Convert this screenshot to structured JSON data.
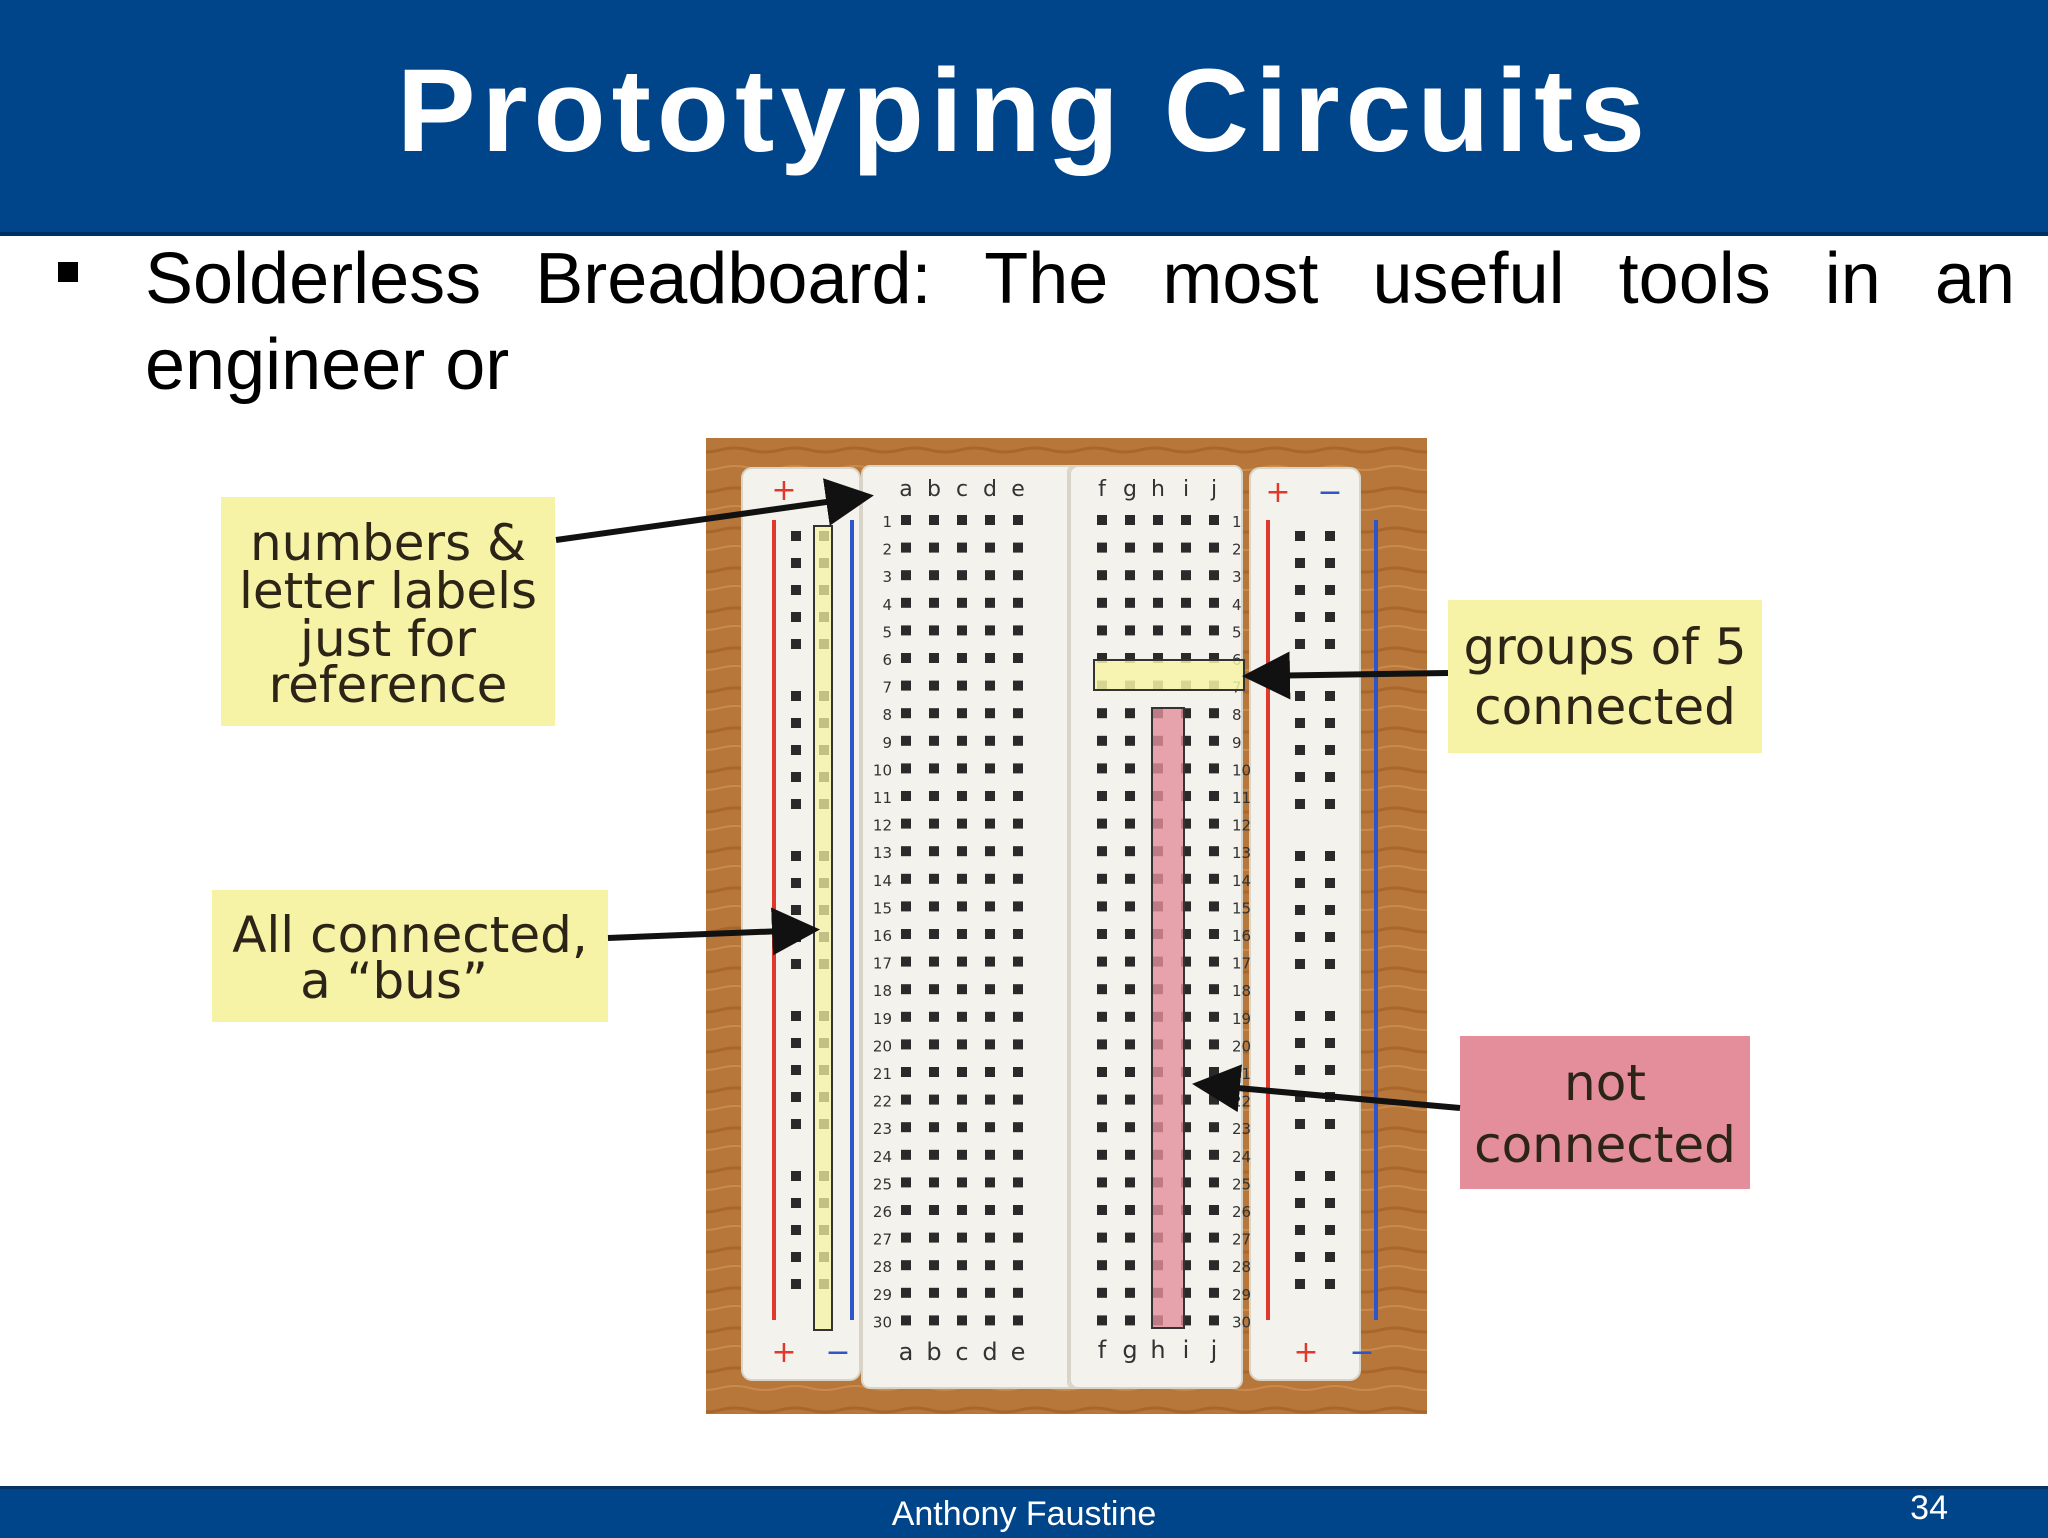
{
  "slide": {
    "title": "Prototyping Circuits",
    "bullet_line1": "Solderless Breadboard: The most useful tools in an",
    "bullet_line2": "engineer or"
  },
  "figure": {
    "callouts": {
      "labels": [
        "numbers &",
        "letter labels",
        "just for",
        "reference"
      ],
      "bus": [
        "All connected,",
        "a “bus”"
      ],
      "groups": [
        "groups of 5",
        "connected"
      ],
      "not_connected": [
        "not",
        "connected"
      ]
    },
    "board": {
      "left_letters": [
        "a",
        "b",
        "c",
        "d",
        "e"
      ],
      "right_letters": [
        "f",
        "g",
        "h",
        "i",
        "j"
      ],
      "row_numbers": [
        "1",
        "2",
        "3",
        "4",
        "5",
        "6",
        "7",
        "8",
        "9",
        "10",
        "11",
        "12",
        "13",
        "14",
        "15",
        "16",
        "17",
        "18",
        "19",
        "20",
        "21",
        "22",
        "23",
        "24",
        "25",
        "26",
        "27",
        "28",
        "29",
        "30"
      ],
      "plus": "+",
      "minus": "−"
    },
    "colors": {
      "callout_yellow": "#f7f3a6",
      "callout_pink": "#e48e9c",
      "board_white": "#f4f2ec",
      "wood": "#b8773a",
      "rail_red": "#e0382c",
      "rail_blue": "#2f56c8"
    }
  },
  "footer": {
    "author": "Anthony Faustine",
    "page": "34"
  }
}
